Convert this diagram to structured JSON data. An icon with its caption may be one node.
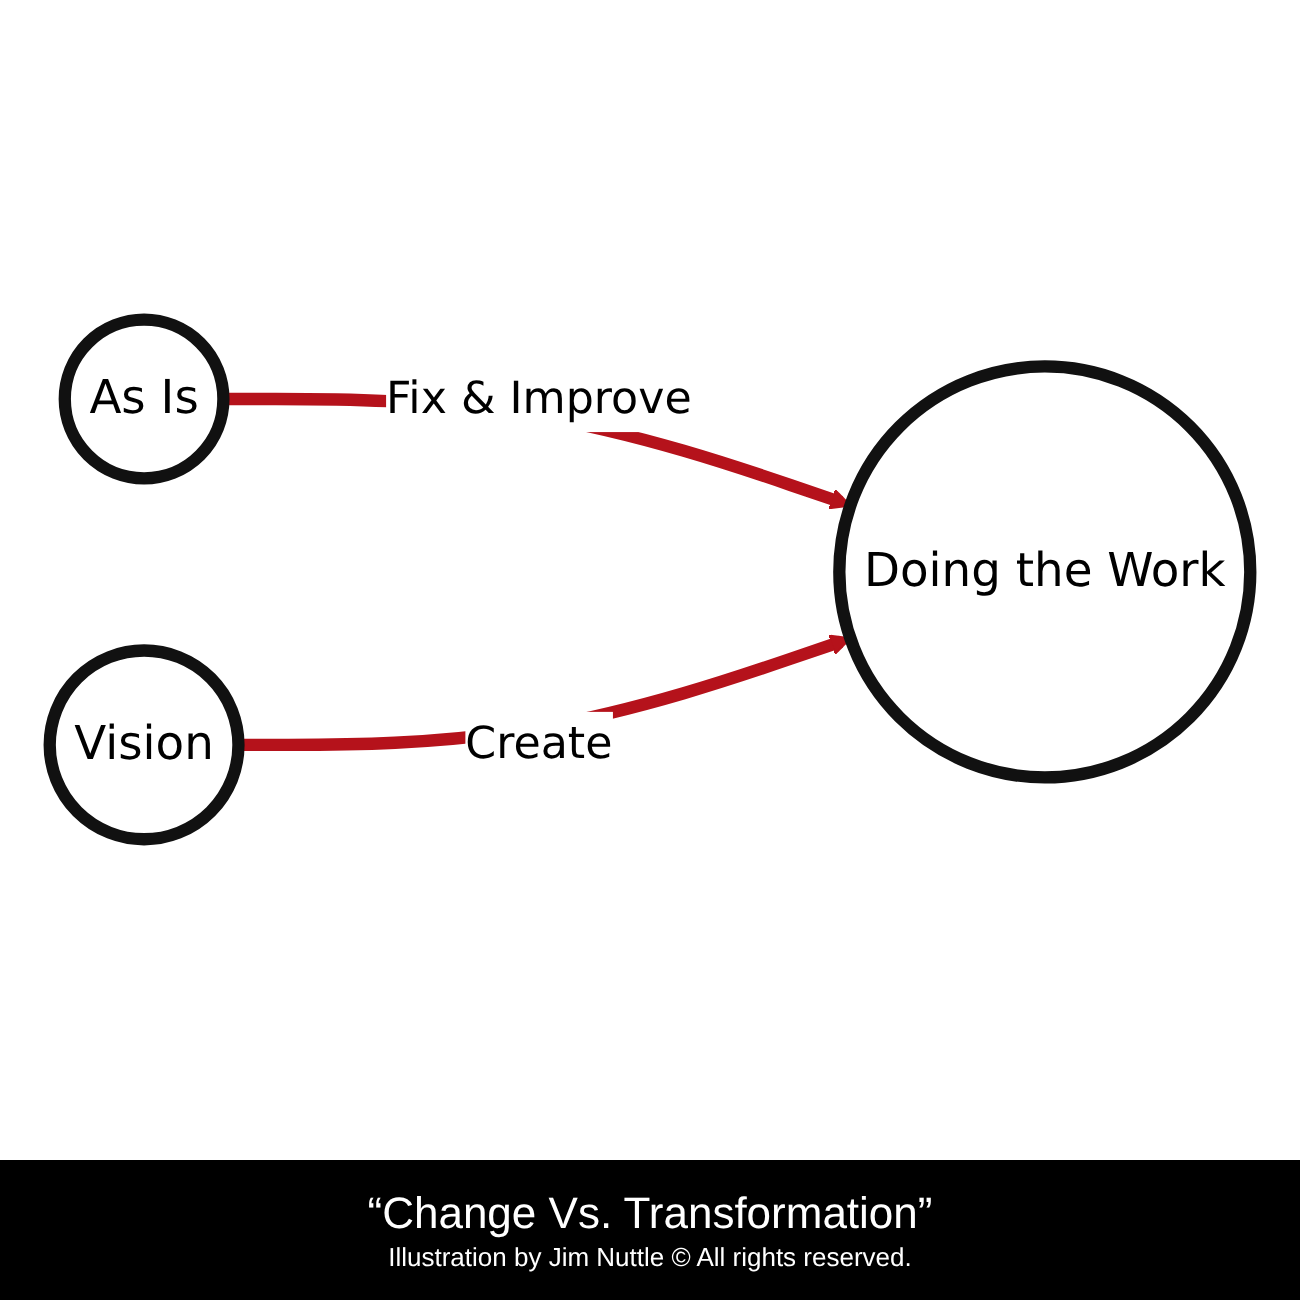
{
  "diagram": {
    "caption": "“Change Vs. Transformation”",
    "nodes": [
      {
        "text": [
          "As Is"
        ]
      },
      {
        "text": [
          "Doing the Work"
        ]
      },
      {
        "text": [
          "Vision"
        ]
      }
    ],
    "edges": [
      {
        "from": 0,
        "to": 1,
        "arrow": "to",
        "label": "Fix & Improve"
      },
      {
        "from": 2,
        "to": 1,
        "arrow": "to",
        "label": "Create"
      }
    ],
    "labels": [
      "Illustration by Jim Nuttle © All rights reserved."
    ]
  }
}
